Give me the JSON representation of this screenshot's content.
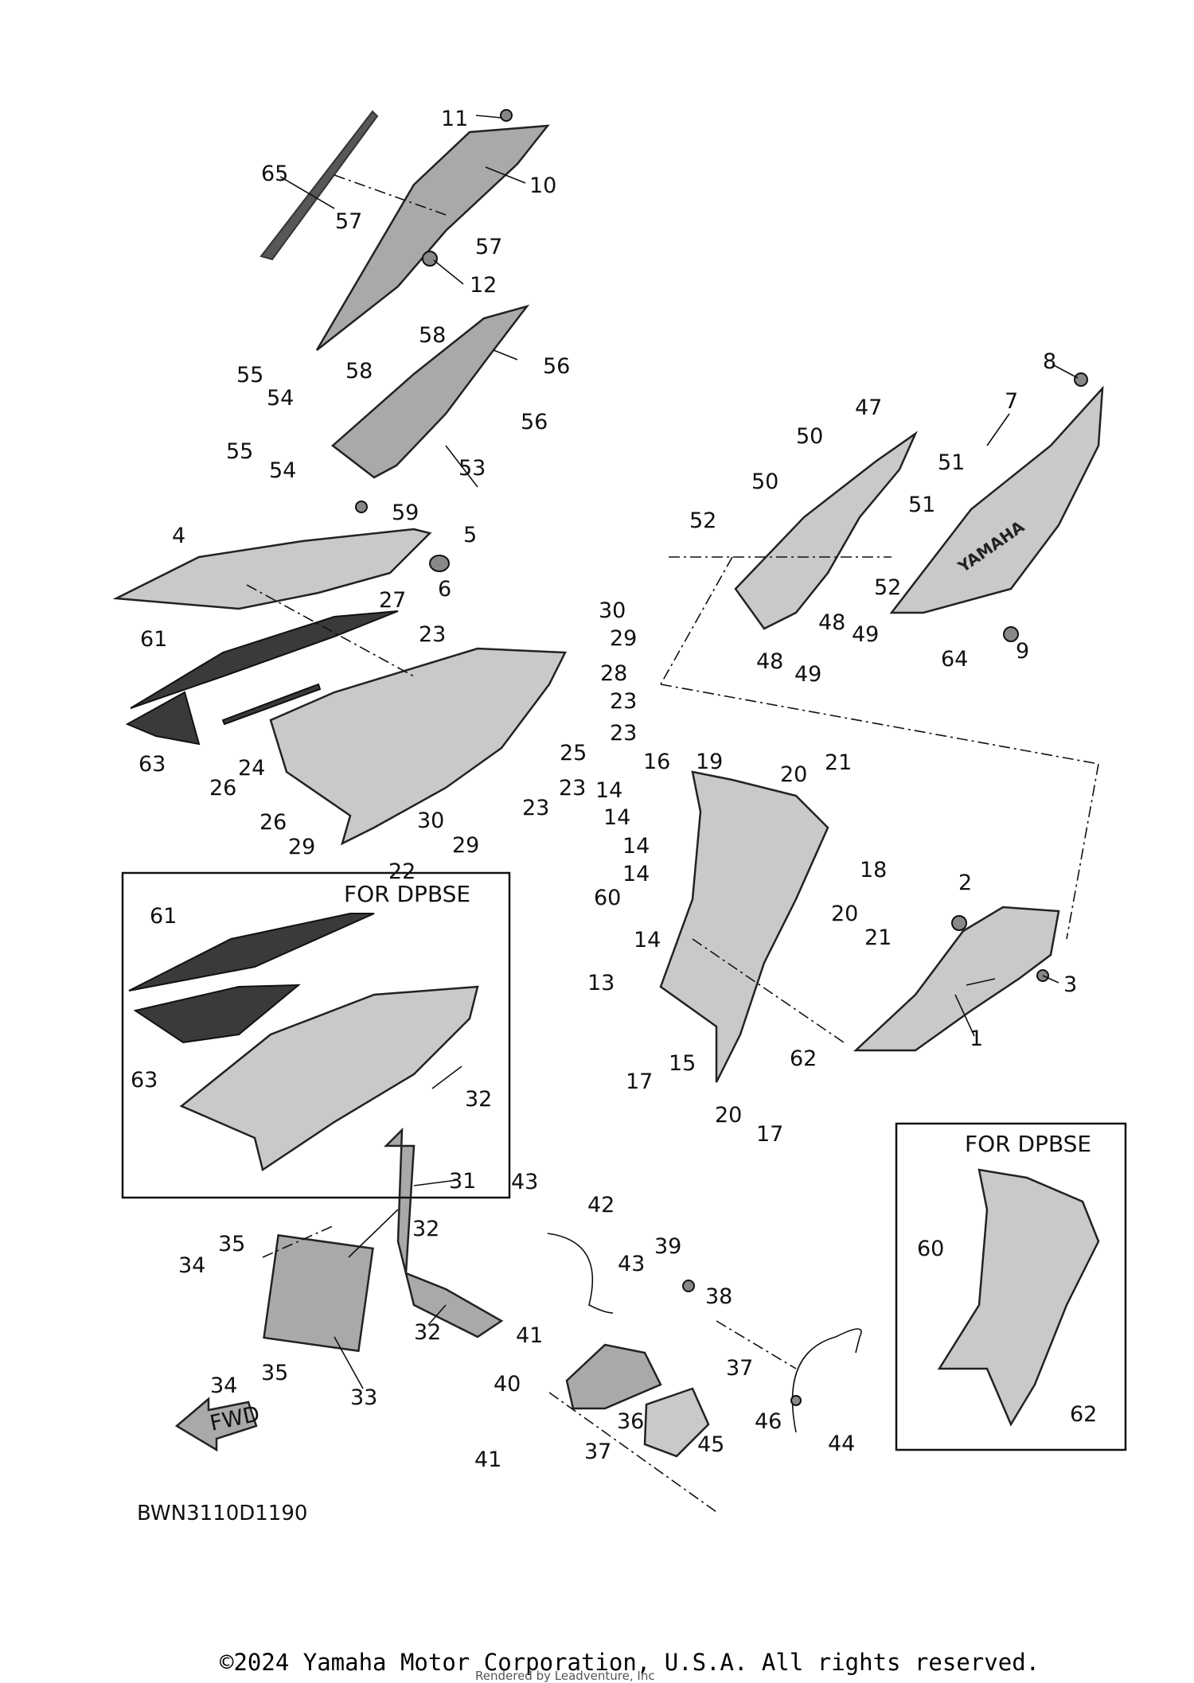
{
  "diagram_code": "BWN3110D1190",
  "inset_title": "FOR DPBSE",
  "inset2_title": "FOR DPBSE",
  "fwd_label": "FWD",
  "brand_mark": "YAMAHA",
  "copyright": "©2024 Yamaha Motor Corporation, U.S.A. All rights reserved.",
  "rendered_by": "Rendered by Leadventure, Inc",
  "callouts": {
    "c1": "1",
    "c2": "2",
    "c3": "3",
    "c4": "4",
    "c5": "5",
    "c6": "6",
    "c7": "7",
    "c8": "8",
    "c9": "9",
    "c10": "10",
    "c11": "11",
    "c12": "12",
    "c13": "13",
    "c14a": "14",
    "c14b": "14",
    "c14c": "14",
    "c14d": "14",
    "c14e": "14",
    "c15": "15",
    "c16": "16",
    "c17a": "17",
    "c17b": "17",
    "c18": "18",
    "c19": "19",
    "c20a": "20",
    "c20b": "20",
    "c20c": "20",
    "c21a": "21",
    "c21b": "21",
    "c22": "22",
    "c23a": "23",
    "c23b": "23",
    "c23c": "23",
    "c23d": "23",
    "c23e": "23",
    "c24": "24",
    "c25": "25",
    "c26a": "26",
    "c26b": "26",
    "c27": "27",
    "c28": "28",
    "c29a": "29",
    "c29b": "29",
    "c29c": "29",
    "c30a": "30",
    "c30b": "30",
    "c31": "31",
    "c32a": "32",
    "c32b": "32",
    "c32c": "32",
    "c33": "33",
    "c34a": "34",
    "c34b": "34",
    "c35a": "35",
    "c35b": "35",
    "c36": "36",
    "c37a": "37",
    "c37b": "37",
    "c38": "38",
    "c39": "39",
    "c40": "40",
    "c41a": "41",
    "c41b": "41",
    "c42": "42",
    "c43a": "43",
    "c43b": "43",
    "c44": "44",
    "c45": "45",
    "c46": "46",
    "c47": "47",
    "c48a": "48",
    "c48b": "48",
    "c49a": "49",
    "c49b": "49",
    "c50a": "50",
    "c50b": "50",
    "c51a": "51",
    "c51b": "51",
    "c52a": "52",
    "c52b": "52",
    "c53": "53",
    "c54a": "54",
    "c54b": "54",
    "c55a": "55",
    "c55b": "55",
    "c56a": "56",
    "c56b": "56",
    "c57a": "57",
    "c57b": "57",
    "c58a": "58",
    "c58b": "58",
    "c59": "59",
    "c60a": "60",
    "c60b": "60",
    "c61a": "61",
    "c61b": "61",
    "c62a": "62",
    "c62b": "62",
    "c63a": "63",
    "c63b": "63",
    "c64": "64",
    "c65": "65"
  }
}
